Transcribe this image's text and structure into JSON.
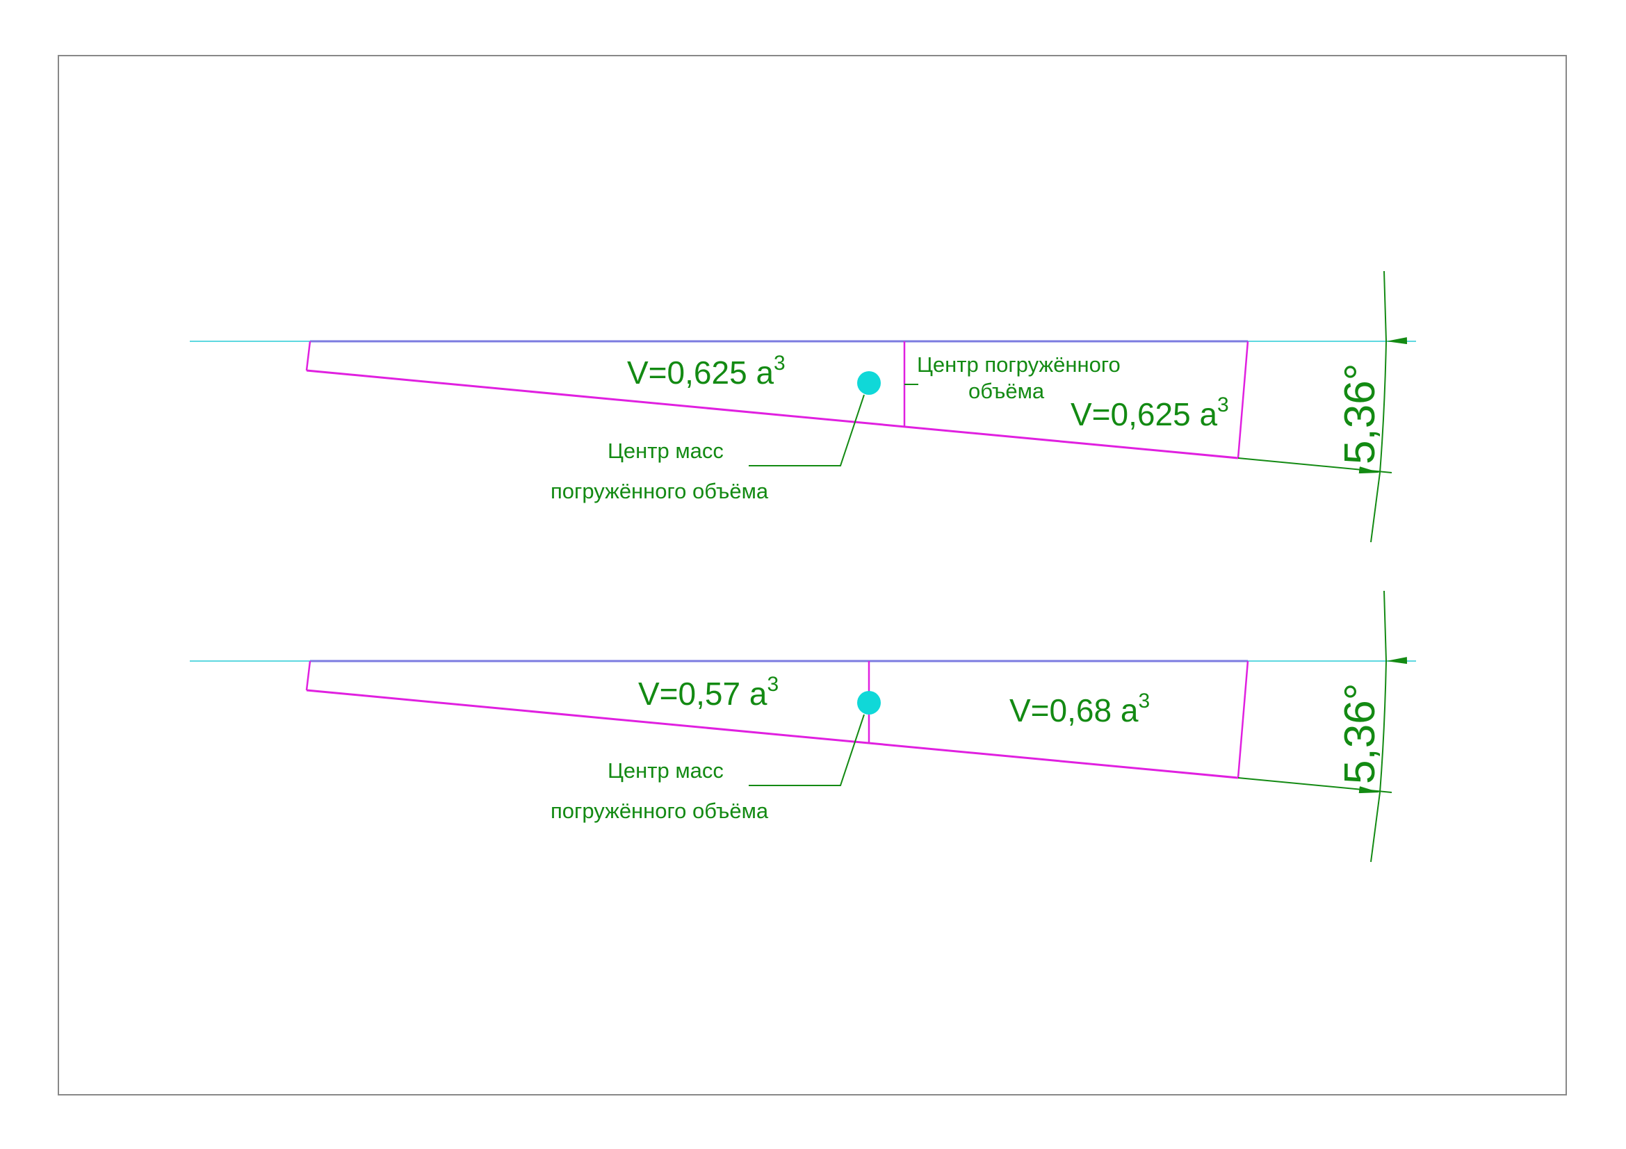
{
  "colors": {
    "waterline": "#5ed8e0",
    "deck": "#7b7be0",
    "hull": "#e020e0",
    "annotation": "#138a13",
    "center_dot": "#10d8d8",
    "frame": "#888888"
  },
  "figures": [
    {
      "name": "top",
      "left_volume": {
        "prefix": "V=0,625 a",
        "exp": "3"
      },
      "right_volume": {
        "prefix": "V=0,625 a",
        "exp": "3"
      },
      "buoyancy_center_label": [
        "Центр погружённого",
        "объёма"
      ],
      "mass_center_label": [
        "Центр масс",
        "погружённого объёма"
      ],
      "angle_label": "5,36°"
    },
    {
      "name": "bottom",
      "left_volume": {
        "prefix": "V=0,57 a",
        "exp": "3"
      },
      "right_volume": {
        "prefix": "V=0,68 a",
        "exp": "3"
      },
      "mass_center_label": [
        "Центр масс",
        "погружённого объёма"
      ],
      "angle_label": "5,36°"
    }
  ]
}
